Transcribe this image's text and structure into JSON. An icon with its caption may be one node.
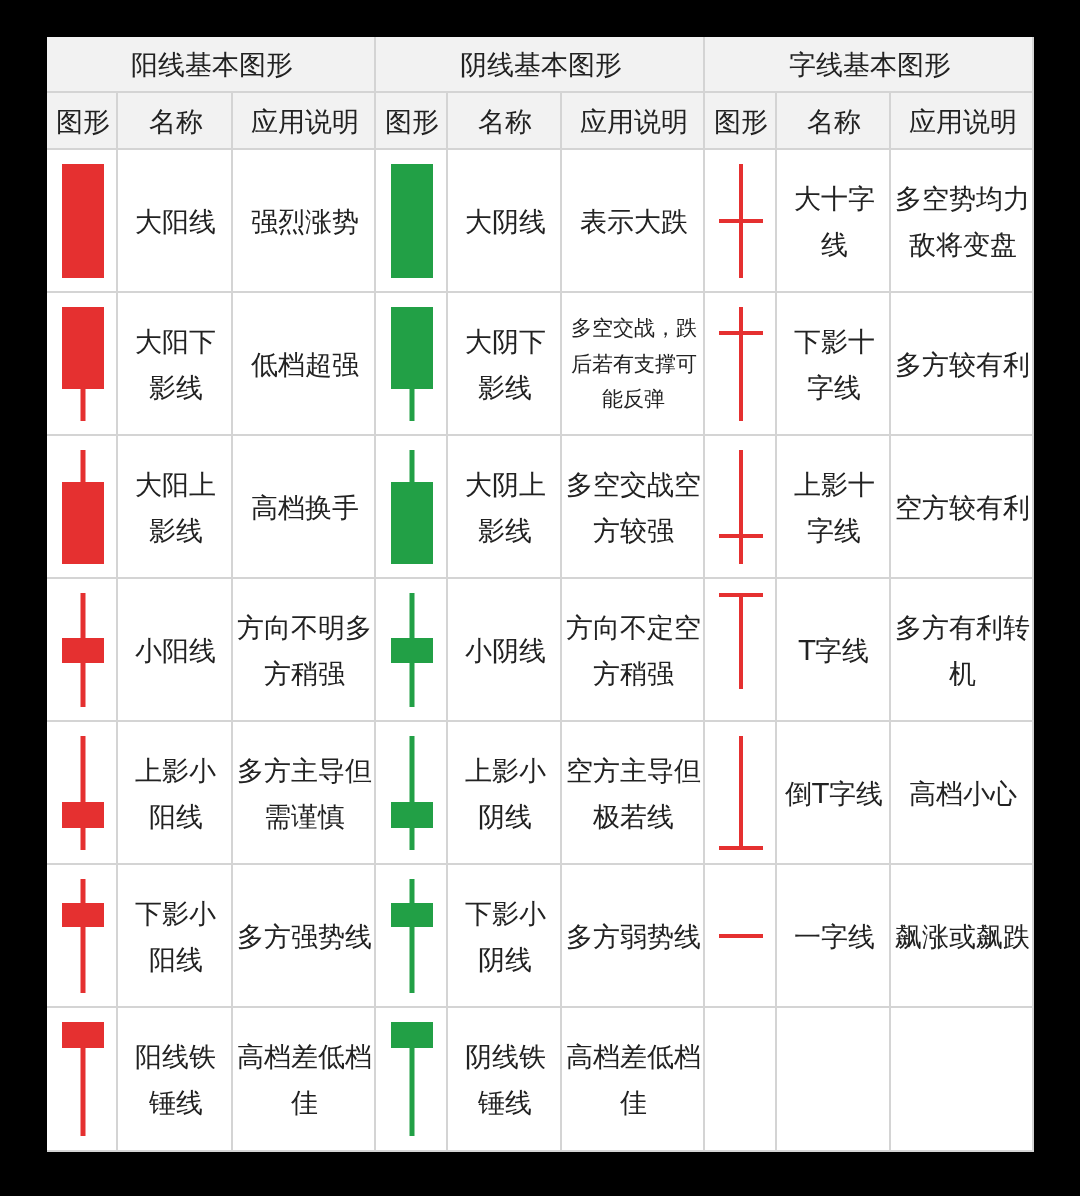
{
  "diagram": {
    "labels": [
      "阳线基本图形",
      "阴线基本图形",
      "字线基本图形",
      "图形",
      "名称",
      "应用说明",
      "图形",
      "名称",
      "应用说明",
      "图形",
      "名称",
      "应用说明",
      "大阳线",
      "强烈涨势",
      "大阴线",
      "表示大跌",
      "大十字线",
      "多空势均力敌将变盘",
      "大阳下影线",
      "低档超强",
      "大阴下影线",
      "多空交战，跌后若有支撑可能反弹",
      "下影十字线",
      "多方较有利",
      "大阳上影线",
      "高档换手",
      "大阴上影线",
      "多空交战空方较强",
      "上影十字线",
      "空方较有利",
      "小阳线",
      "方向不明多方稍强",
      "小阴线",
      "方向不定空方稍强",
      "T字线",
      "多方有利转机",
      "上影小阳线",
      "多方主导但需谨慎",
      "上影小阴线",
      "空方主导但极若线",
      "倒T字线",
      "高档小心",
      "下影小阳线",
      "多方强势线",
      "下影小阴线",
      "多方弱势线",
      "一字线",
      "飙涨或飙跌",
      "阳线铁锤线",
      "高档差低档佳",
      "阴线铁锤线",
      "高档差低档佳"
    ]
  }
}
